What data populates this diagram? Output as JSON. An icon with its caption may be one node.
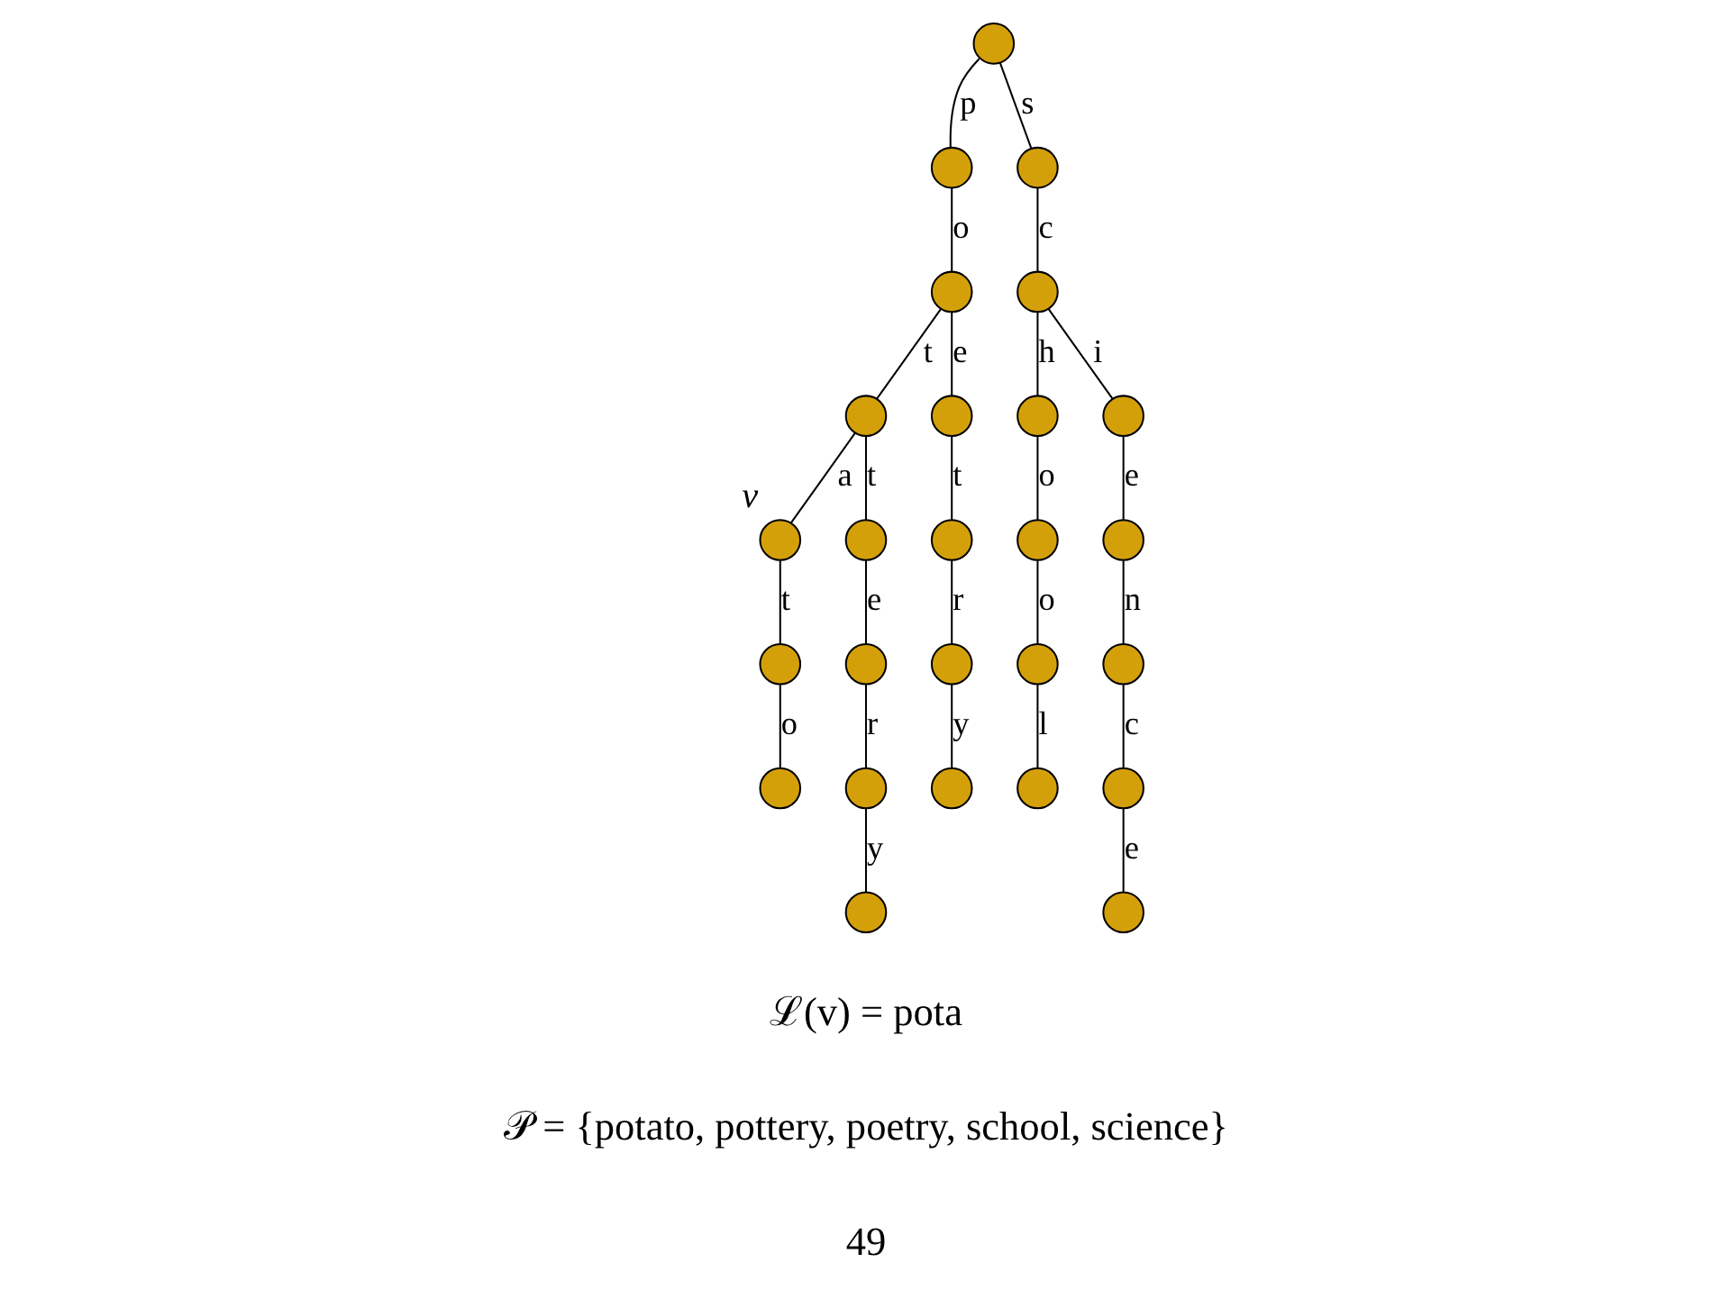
{
  "diagram": {
    "nodes": [
      {
        "text": [],
        "shape": "circle"
      },
      {
        "text": [],
        "shape": "circle"
      },
      {
        "text": [],
        "shape": "circle"
      },
      {
        "text": [],
        "shape": "circle"
      },
      {
        "text": [],
        "shape": "circle"
      },
      {
        "text": [],
        "shape": "circle"
      },
      {
        "text": [],
        "shape": "circle"
      },
      {
        "text": [],
        "shape": "circle"
      },
      {
        "text": [],
        "shape": "circle"
      },
      {
        "text": [],
        "shape": "circle"
      },
      {
        "text": [],
        "shape": "circle"
      },
      {
        "text": [],
        "shape": "circle"
      },
      {
        "text": [],
        "shape": "circle",
        "beside": [
          "v"
        ]
      },
      {
        "text": [],
        "shape": "circle"
      },
      {
        "text": [],
        "shape": "circle"
      },
      {
        "text": [],
        "shape": "circle"
      },
      {
        "text": [],
        "shape": "circle"
      },
      {
        "text": [],
        "shape": "circle"
      },
      {
        "text": [],
        "shape": "circle"
      },
      {
        "text": [],
        "shape": "circle"
      },
      {
        "text": [],
        "shape": "circle"
      },
      {
        "text": [],
        "shape": "circle"
      },
      {
        "text": [],
        "shape": "circle"
      },
      {
        "text": [],
        "shape": "circle"
      },
      {
        "text": [],
        "shape": "circle"
      },
      {
        "text": [],
        "shape": "circle"
      }
    ],
    "edges": [
      {
        "from": 0,
        "to": 1,
        "arrow": "none",
        "label": "p"
      },
      {
        "from": 1,
        "to": 3,
        "arrow": "none",
        "label": "o"
      },
      {
        "from": 3,
        "to": 9,
        "arrow": "none",
        "label": "t"
      },
      {
        "from": 9,
        "to": 12,
        "arrow": "none",
        "label": "a"
      },
      {
        "from": 12,
        "to": 17,
        "arrow": "none",
        "label": "t"
      },
      {
        "from": 17,
        "to": 21,
        "arrow": "none",
        "label": "o"
      },
      {
        "from": 9,
        "to": 13,
        "arrow": "none",
        "label": "t"
      },
      {
        "from": 13,
        "to": 16,
        "arrow": "none",
        "label": "e"
      },
      {
        "from": 16,
        "to": 20,
        "arrow": "none",
        "label": "r"
      },
      {
        "from": 20,
        "to": 24,
        "arrow": "none",
        "label": "y"
      },
      {
        "from": 3,
        "to": 10,
        "arrow": "none",
        "label": "e"
      },
      {
        "from": 10,
        "to": 15,
        "arrow": "none",
        "label": "t"
      },
      {
        "from": 15,
        "to": 19,
        "arrow": "none",
        "label": "r"
      },
      {
        "from": 19,
        "to": 25,
        "arrow": "none",
        "label": "y"
      },
      {
        "from": 0,
        "to": 2,
        "arrow": "none",
        "label": "s"
      },
      {
        "from": 2,
        "to": 4,
        "arrow": "none",
        "label": "c"
      },
      {
        "from": 4,
        "to": 5,
        "arrow": "none",
        "label": "h"
      },
      {
        "from": 5,
        "to": 6,
        "arrow": "none",
        "label": "o"
      },
      {
        "from": 6,
        "to": 7,
        "arrow": "none",
        "label": "o"
      },
      {
        "from": 7,
        "to": 8,
        "arrow": "none",
        "label": "l"
      },
      {
        "from": 4,
        "to": 11,
        "arrow": "none",
        "label": "i"
      },
      {
        "from": 11,
        "to": 14,
        "arrow": "none",
        "label": "e"
      },
      {
        "from": 14,
        "to": 18,
        "arrow": "none",
        "label": "n"
      },
      {
        "from": 18,
        "to": 22,
        "arrow": "none",
        "label": "c"
      },
      {
        "from": 22,
        "to": 23,
        "arrow": "none",
        "label": "e"
      }
    ],
    "labels": [
      "ℒ(v) = pota",
      "𝒫 = {potato, pottery, poetry, school, science}",
      "49"
    ]
  }
}
